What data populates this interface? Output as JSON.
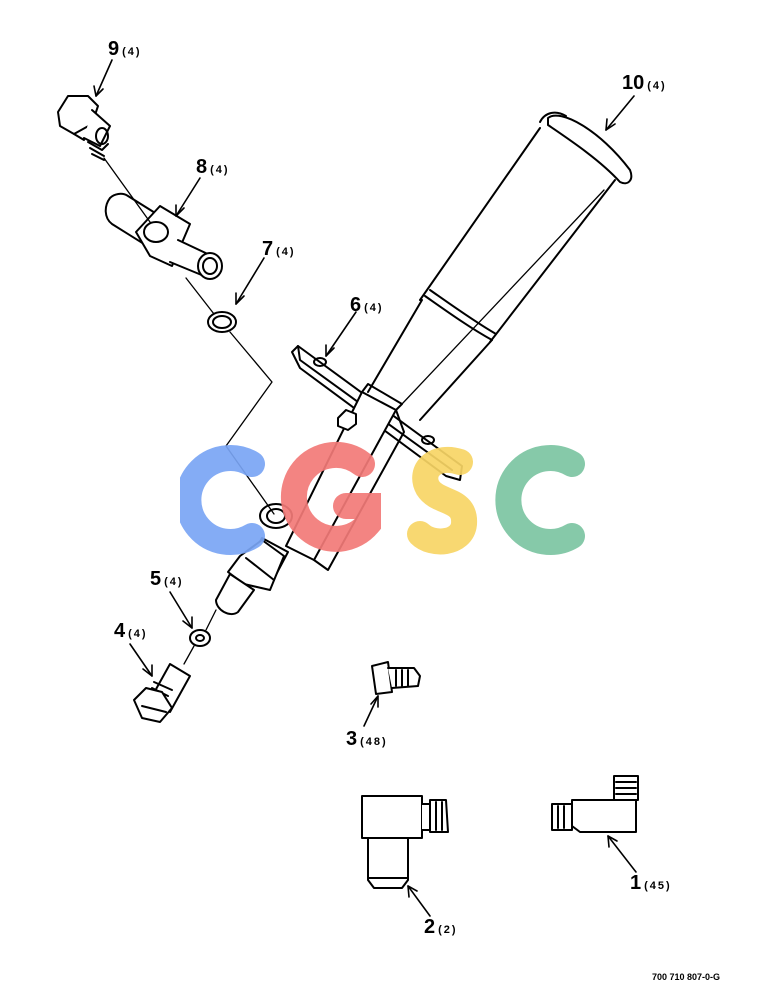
{
  "callouts": [
    {
      "num": "1",
      "qty": "(45)"
    },
    {
      "num": "2",
      "qty": "(2)"
    },
    {
      "num": "3",
      "qty": "(48)"
    },
    {
      "num": "4",
      "qty": "(4)"
    },
    {
      "num": "5",
      "qty": "(4)"
    },
    {
      "num": "6",
      "qty": "(4)"
    },
    {
      "num": "7",
      "qty": "(4)"
    },
    {
      "num": "8",
      "qty": "(4)"
    },
    {
      "num": "9",
      "qty": "(4)"
    },
    {
      "num": "10",
      "qty": "(4)"
    }
  ],
  "drawing_code": "700 710 807-0-G",
  "watermark": {
    "text": "CGSC",
    "colors": [
      "#7aa5f5",
      "#f27a78",
      "#f8d565",
      "#7cc5a2"
    ]
  }
}
